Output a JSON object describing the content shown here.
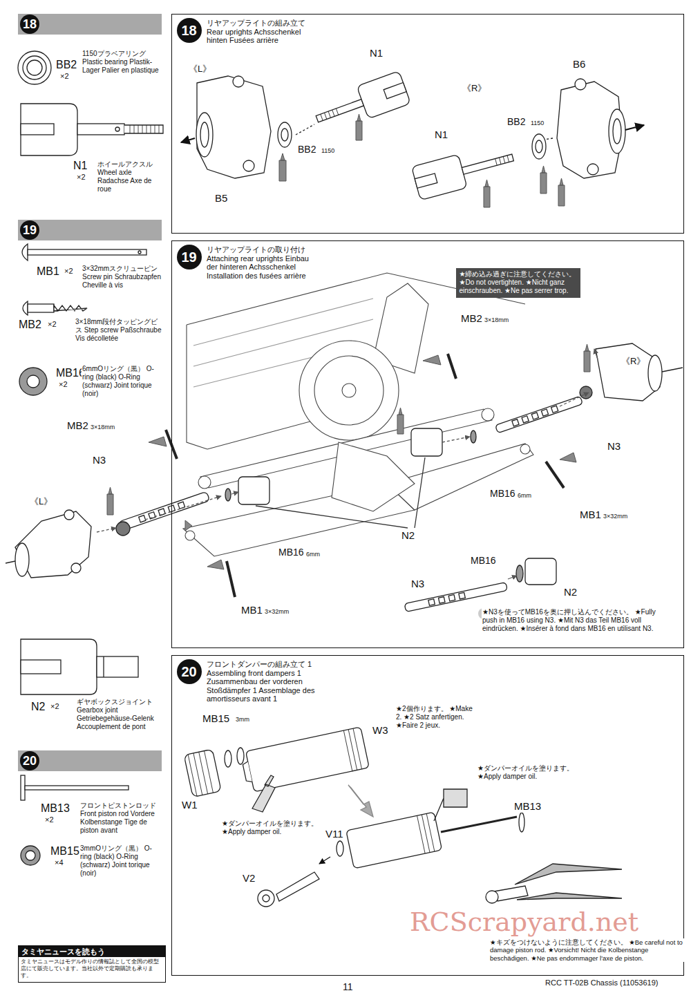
{
  "diagram": {
    "nodes": [
      {
        "text": [
          "18"
        ]
      },
      {
        "text": [
          "リヤアップライトの組み立て Rear uprights Achsschenkel hinten Fusées arrière"
        ]
      },
      {
        "text": [
          "18"
        ],
        "in": 1
      },
      {
        "text": [
          "19"
        ]
      },
      {
        "text": [
          "リヤアップライトの取り付け Attaching rear uprights Einbau der hinteren Achsschenkel Installation des fusées arrière"
        ]
      },
      {
        "text": [
          "19"
        ],
        "in": 4
      },
      {
        "text": [
          "★締め込み過ぎに注意してください。 ★Do not overtighten. ★Nicht ganz einschrauben. ★Ne pas serrer trop."
        ],
        "in": 4
      },
      {
        "text": [
          "20"
        ]
      },
      {
        "text": [
          "フロントダンパーの組み立て 1 Assembling front dampers 1 Zusammenbau der vorderen Stoßdämpfer 1 Assemblage des amortisseurs avant 1"
        ]
      },
      {
        "text": [
          "20"
        ],
        "in": 8
      },
      {
        "text": [
          "タミヤニュースを読もう",
          "タミヤニュースはモデル作りの情報誌として全国の模型店にて販売しています。当社以外で定期購読も承ります。"
        ]
      }
    ],
    "labels": [
      "BB2",
      "×2",
      "1150プラベアリング Plastic bearing Plastik-Lager Palier en plastique",
      "N1",
      "×2",
      "ホイールアクスル Wheel axle Radachse Axe de roue",
      "MB1",
      "×2",
      "3×32mmスクリューピン Screw pin Schraubzapfen Cheville à vis",
      "MB2",
      "×2",
      "3×18mm段付タッピングビス Step screw Paßschraube Vis décolletée",
      "MB16",
      "×2",
      "6mmOリング（黒） O-ring (black) O-Ring (schwarz) Joint torique (noir)",
      "N2",
      "×2",
      "ギヤボックスジョイント Gearbox joint Getriebegehäuse-Gelenk Accouplement de pont",
      "MB13",
      "×2",
      "フロントピストンロッド Front piston rod Vordere Kolbenstange Tige de piston avant",
      "MB15",
      "×4",
      "3mmOリング（黒） O-ring (black) O-Ring (schwarz) Joint torique (noir)",
      "《L》",
      "N1",
      "BB2",
      "1150",
      "B5",
      "《R》",
      "N1",
      "B6",
      "BB2",
      "1150",
      "MB2",
      "3×18mm",
      "《R》",
      "MB2",
      "3×18mm",
      "N3",
      "N3",
      "《L》",
      "MB16",
      "6mm",
      "MB1",
      "3×32mm",
      "N2",
      "MB16",
      "6mm",
      "MB1",
      "3×32mm",
      "MB16",
      "N3",
      "N2",
      "★N3を使ってMB16を奥に押し込んでください。 ★Fully push in MB16 using N3. ★Mit N3 das Teil MB16 voll eindrücken. ★Insérer à fond dans MB16 en utilisant N3.",
      "MB15",
      "3mm",
      "W3",
      "W1",
      "★ダンパーオイルを塗ります。 ★Apply damper oil.",
      "★2個作ります。 ★Make 2. ★2 Satz anfertigen. ★Faire 2 jeux.",
      "★ダンパーオイルを塗ります。 ★Apply damper oil.",
      "MB13",
      "V11",
      "V2",
      "★キズをつけないように注意してください。 ★Be careful not to damage piston rod. ★Vorsicht! Nicht die Kolbenstange beschädigen. ★Ne pas endommager l'axe de piston.",
      "11",
      "RCC TT-02B Chassis (11053619)",
      "RCScrapyard.net"
    ]
  }
}
